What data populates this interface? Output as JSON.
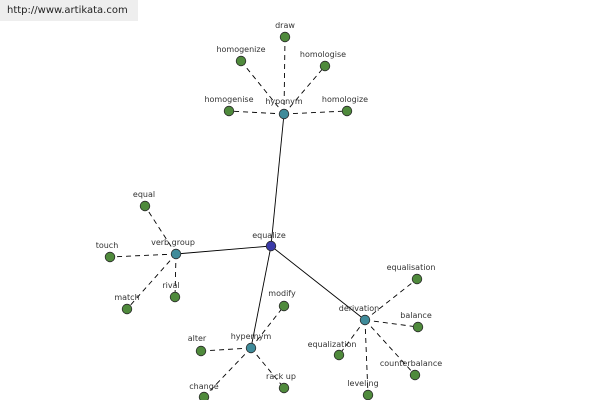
{
  "site_url": "http://www.artikata.com",
  "colors": {
    "background": "#ffffff",
    "center_node": "#3a3aa8",
    "relation_node": "#3f8b9a",
    "word_node": "#4f8a3c",
    "node_stroke": "#2a2a2a",
    "edge": "#000000"
  },
  "graph": {
    "center": "equalize",
    "relations": [
      {
        "id": "rel-hyponym-top",
        "label": "hyponym",
        "words": [
          "draw",
          "homogenize",
          "homologise",
          "homogenise",
          "homologize"
        ]
      },
      {
        "id": "rel-verb-group",
        "label": "verb group",
        "words": [
          "equal",
          "touch",
          "rival",
          "match"
        ]
      },
      {
        "id": "rel-hypernym",
        "label": "hypernym",
        "words": [
          "modify",
          "alter",
          "change",
          "rack up"
        ]
      },
      {
        "id": "rel-derivation",
        "label": "derivation",
        "words": [
          "equalisation",
          "balance",
          "equalization",
          "counterbalance",
          "leveling"
        ]
      }
    ]
  }
}
